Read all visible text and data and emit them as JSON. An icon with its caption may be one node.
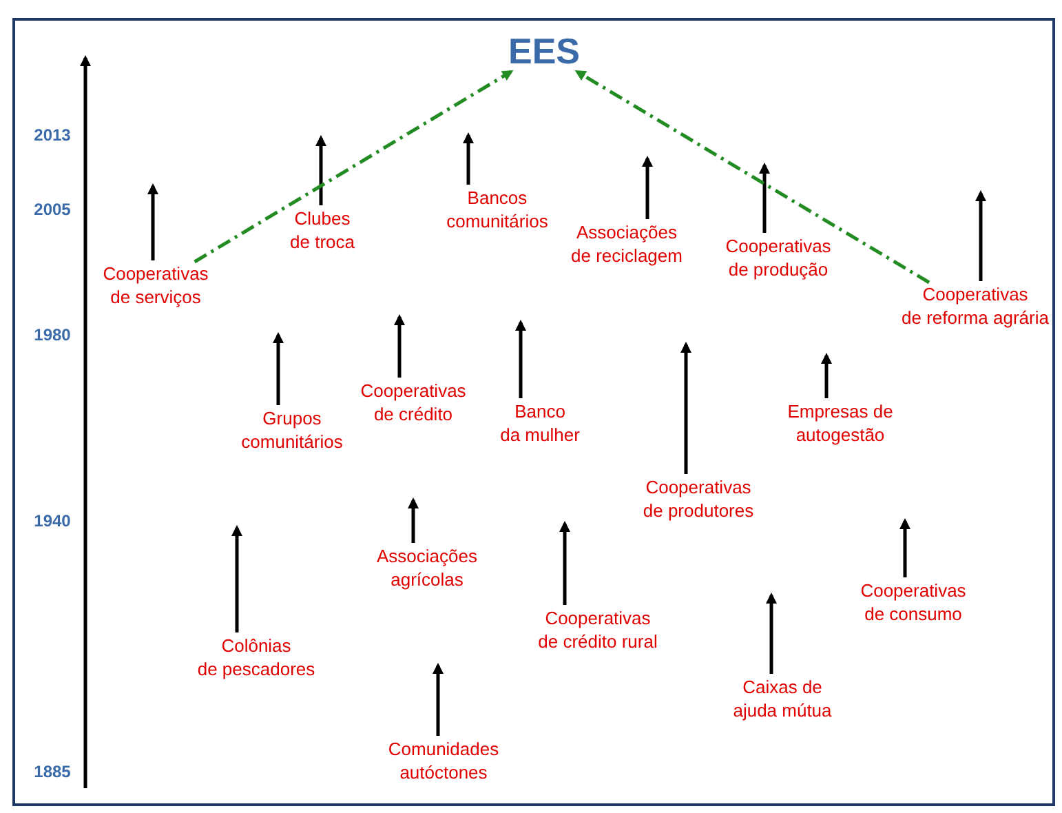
{
  "diagram": {
    "nodes": [
      {
        "text": [
          "EES"
        ]
      },
      {
        "text": [
          "Bancos comunitários"
        ]
      },
      {
        "text": [
          "Clubes de troca"
        ]
      },
      {
        "text": [
          "Associações de reciclagem"
        ]
      },
      {
        "text": [
          "Cooperativas de serviços"
        ]
      },
      {
        "text": [
          "Cooperativas de produção"
        ]
      },
      {
        "text": [
          "Cooperativas de reforma agrária"
        ]
      },
      {
        "text": [
          "Cooperativas de crédito"
        ]
      },
      {
        "text": [
          "Empresas de autogestão"
        ]
      },
      {
        "text": [
          "Grupos comunitários"
        ]
      },
      {
        "text": [
          "Banco da mulher"
        ]
      },
      {
        "text": [
          "Cooperativas de produtores"
        ]
      },
      {
        "text": [
          "Associações agrícolas"
        ]
      },
      {
        "text": [
          "Cooperativas de consumo"
        ]
      },
      {
        "text": [
          "Cooperativas de crédito rural"
        ]
      },
      {
        "text": [
          "Colônias de pescadores"
        ]
      },
      {
        "text": [
          "Caixas de ajuda mútua"
        ]
      },
      {
        "text": [
          "Comunidades autóctones"
        ]
      }
    ],
    "edges": [
      {
        "from": 1,
        "to": null,
        "arrow": "to"
      },
      {
        "from": 2,
        "to": null,
        "arrow": "to"
      },
      {
        "from": 3,
        "to": null,
        "arrow": "to"
      },
      {
        "from": 4,
        "to": null,
        "arrow": "to"
      },
      {
        "from": 5,
        "to": null,
        "arrow": "to"
      },
      {
        "from": 6,
        "to": null,
        "arrow": "to"
      },
      {
        "from": 7,
        "to": null,
        "arrow": "to"
      },
      {
        "from": 8,
        "to": null,
        "arrow": "to"
      },
      {
        "from": 9,
        "to": null,
        "arrow": "to"
      },
      {
        "from": 10,
        "to": null,
        "arrow": "to"
      },
      {
        "from": 11,
        "to": null,
        "arrow": "to"
      },
      {
        "from": 12,
        "to": null,
        "arrow": "to"
      },
      {
        "from": 13,
        "to": null,
        "arrow": "to"
      },
      {
        "from": 14,
        "to": null,
        "arrow": "to"
      },
      {
        "from": 15,
        "to": null,
        "arrow": "to"
      },
      {
        "from": 16,
        "to": null,
        "arrow": "to"
      },
      {
        "from": 17,
        "to": null,
        "arrow": "to"
      },
      {
        "from": 4,
        "to": 0,
        "arrow": "to",
        "style": "dashed",
        "color": "#228b22"
      },
      {
        "from": 6,
        "to": 0,
        "arrow": "to",
        "style": "dashed",
        "color": "#228b22"
      }
    ],
    "labels": [
      "2013",
      "2005",
      "1980",
      "1940",
      "1885"
    ]
  }
}
